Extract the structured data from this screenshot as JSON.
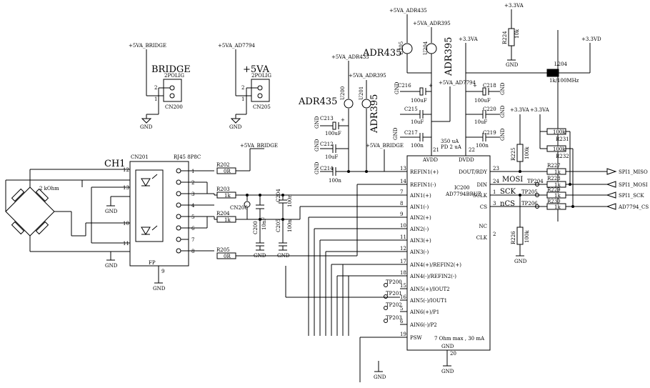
{
  "power_labels": {
    "bridge_top": "+5VA_BRIDGE",
    "ad7794_top": "+5VA_AD7794",
    "adr435_top": "+5VA_ADR435",
    "adr395_top": "+5VA_ADR395",
    "adr435_mid": "+5VA_ADR435",
    "adr395_mid": "+5VA_ADR395",
    "ad7794_mid": "+5VA_AD7794",
    "bridge_mid": "+5VA_BRIDGE",
    "bridge_low": "+5VA_BRIDGE",
    "v33a_top": "+3.3VA",
    "v33a_mid": "+3.3VA",
    "v33d": "+3.3VD",
    "v33a_r1": "+3.3VA",
    "v33a_r2": "+3.3VA"
  },
  "gnd": "GND",
  "connectors": {
    "cn200": {
      "title": "BRIDGE",
      "type": "2POLIG",
      "ref": "CN200"
    },
    "cn205": {
      "title": "+5VA",
      "type": "2POLIG",
      "ref": "CN205"
    },
    "cn201": {
      "ref": "CN201",
      "type": "RJ45 8P8C",
      "fp": "FP",
      "fp_pin": "9"
    },
    "cn206": {
      "ref": "CN206"
    }
  },
  "bridge": {
    "channel": "CH1",
    "resistance": "2 kOhm"
  },
  "resistors": {
    "r202": {
      "ref": "R202",
      "value": "0R"
    },
    "r203": {
      "ref": "R203",
      "value": "1k"
    },
    "r204": {
      "ref": "R204",
      "value": "1k"
    },
    "r205": {
      "ref": "R205",
      "value": "0R"
    },
    "r224": {
      "ref": "R224",
      "value": "10k"
    },
    "r225": {
      "ref": "R225",
      "value": "100k"
    },
    "r226": {
      "ref": "R226",
      "value": "100k"
    },
    "r227": {
      "ref": "R227",
      "value": "1k"
    },
    "r228": {
      "ref": "R228",
      "value": "1k"
    },
    "r229": {
      "ref": "R229",
      "value": "1k"
    },
    "r230": {
      "ref": "R230",
      "value": "1k"
    },
    "r231": {
      "ref": "R231",
      "value": "100k"
    },
    "r232": {
      "ref": "R232",
      "value": "100k"
    },
    "l204": {
      "ref": "L204",
      "value": "1k/100MHz"
    }
  },
  "capacitors": {
    "c200": {
      "ref": "C200",
      "value": "10nF"
    },
    "c204": {
      "ref": "C204",
      "value": "100n"
    },
    "c205": {
      "ref": "C205",
      "value": "100n"
    },
    "c212": {
      "ref": "C212",
      "value": "10uF"
    },
    "c213": {
      "ref": "C213",
      "value": "100uF"
    },
    "c214": {
      "ref": "C214",
      "value": "100n"
    },
    "c215": {
      "ref": "C215",
      "value": "10uF"
    },
    "c216": {
      "ref": "C216",
      "value": "100uF"
    },
    "c217": {
      "ref": "C217",
      "value": "100n"
    },
    "c218": {
      "ref": "C218",
      "value": "100uF"
    },
    "c219": {
      "ref": "C219",
      "value": "100n"
    },
    "c220": {
      "ref": "C220",
      "value": "10uF"
    }
  },
  "references": {
    "adr435_a": {
      "name": "ADR435",
      "ref": "U200"
    },
    "adr395_a": {
      "name": "ADR395",
      "ref": "U201"
    },
    "adr435_b": {
      "name": "ADR435",
      "ref": "U205"
    },
    "adr395_b": {
      "name": "ADR395",
      "ref": "U204"
    }
  },
  "ic": {
    "ref": "IC200",
    "part": "AD7794BRUZ",
    "avdd": "AVDD",
    "dvdd": "DVDD",
    "avdd_pin": "21",
    "dvdd_pin": "22",
    "current_analog": "350 uA",
    "current_digital": "PD 2 uA",
    "gnd_pin": "20",
    "psw_note": "7 Ohm max , 30 mA",
    "left_pins": [
      {
        "num": "13",
        "name": "REFIN1(+)"
      },
      {
        "num": "14",
        "name": "REFIN1(-)"
      },
      {
        "num": "7",
        "name": "AIN1(+)"
      },
      {
        "num": "8",
        "name": "AIN1(-)"
      },
      {
        "num": "9",
        "name": "AIN2(+)"
      },
      {
        "num": "10",
        "name": "AIN2(-)"
      },
      {
        "num": "11",
        "name": "AIN3(+)"
      },
      {
        "num": "12",
        "name": "AIN3(-)"
      },
      {
        "num": "17",
        "name": "AIN4(+)/REFIN2(+)"
      },
      {
        "num": "18",
        "name": "AIN4(-)/REFIN2(-)"
      },
      {
        "num": "15",
        "name": "AIN5(+)/IOUT2"
      },
      {
        "num": "16",
        "name": "AIN5(-)/IOUT1"
      },
      {
        "num": "5",
        "name": "AIN6(+)/P1"
      },
      {
        "num": "6",
        "name": "AIN6(-)/P2"
      },
      {
        "num": "19",
        "name": "PSW"
      }
    ],
    "right_pins": [
      {
        "num": "23",
        "name": "DOUT/RDY"
      },
      {
        "num": "24",
        "name": "DIN"
      },
      {
        "num": "1",
        "name": "SCLK"
      },
      {
        "num": "3",
        "name": "CS"
      },
      {
        "num": "",
        "name": "NC"
      },
      {
        "num": "2",
        "name": "CLK"
      }
    ]
  },
  "testpoints": [
    "TP200",
    "TP201",
    "TP202",
    "TP203",
    "TP204",
    "TP205",
    "TP206"
  ],
  "spi_labels": {
    "miso": "SPI1_MISO",
    "mosi": "SPI1_MOSI",
    "sck": "SPI1_SCK",
    "cs": "AD7794_CS"
  },
  "bus_labels": {
    "mosi": "MOSI",
    "sck": "SCK",
    "ncs": "nCS"
  },
  "pins_1_8": [
    "1",
    "2",
    "3",
    "4",
    "5",
    "6",
    "7",
    "8"
  ],
  "pins_1_2": [
    "1",
    "2"
  ],
  "bridge_pins": [
    "12",
    "13",
    "10",
    "11"
  ]
}
